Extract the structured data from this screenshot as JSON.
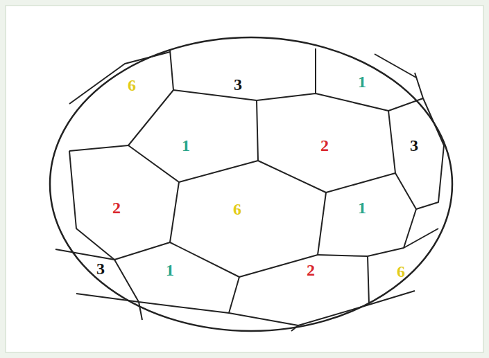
{
  "diagram": {
    "labels": [
      "6",
      "3",
      "1",
      "1",
      "2",
      "3",
      "2",
      "6",
      "1",
      "3",
      "1",
      "2",
      "6"
    ]
  }
}
